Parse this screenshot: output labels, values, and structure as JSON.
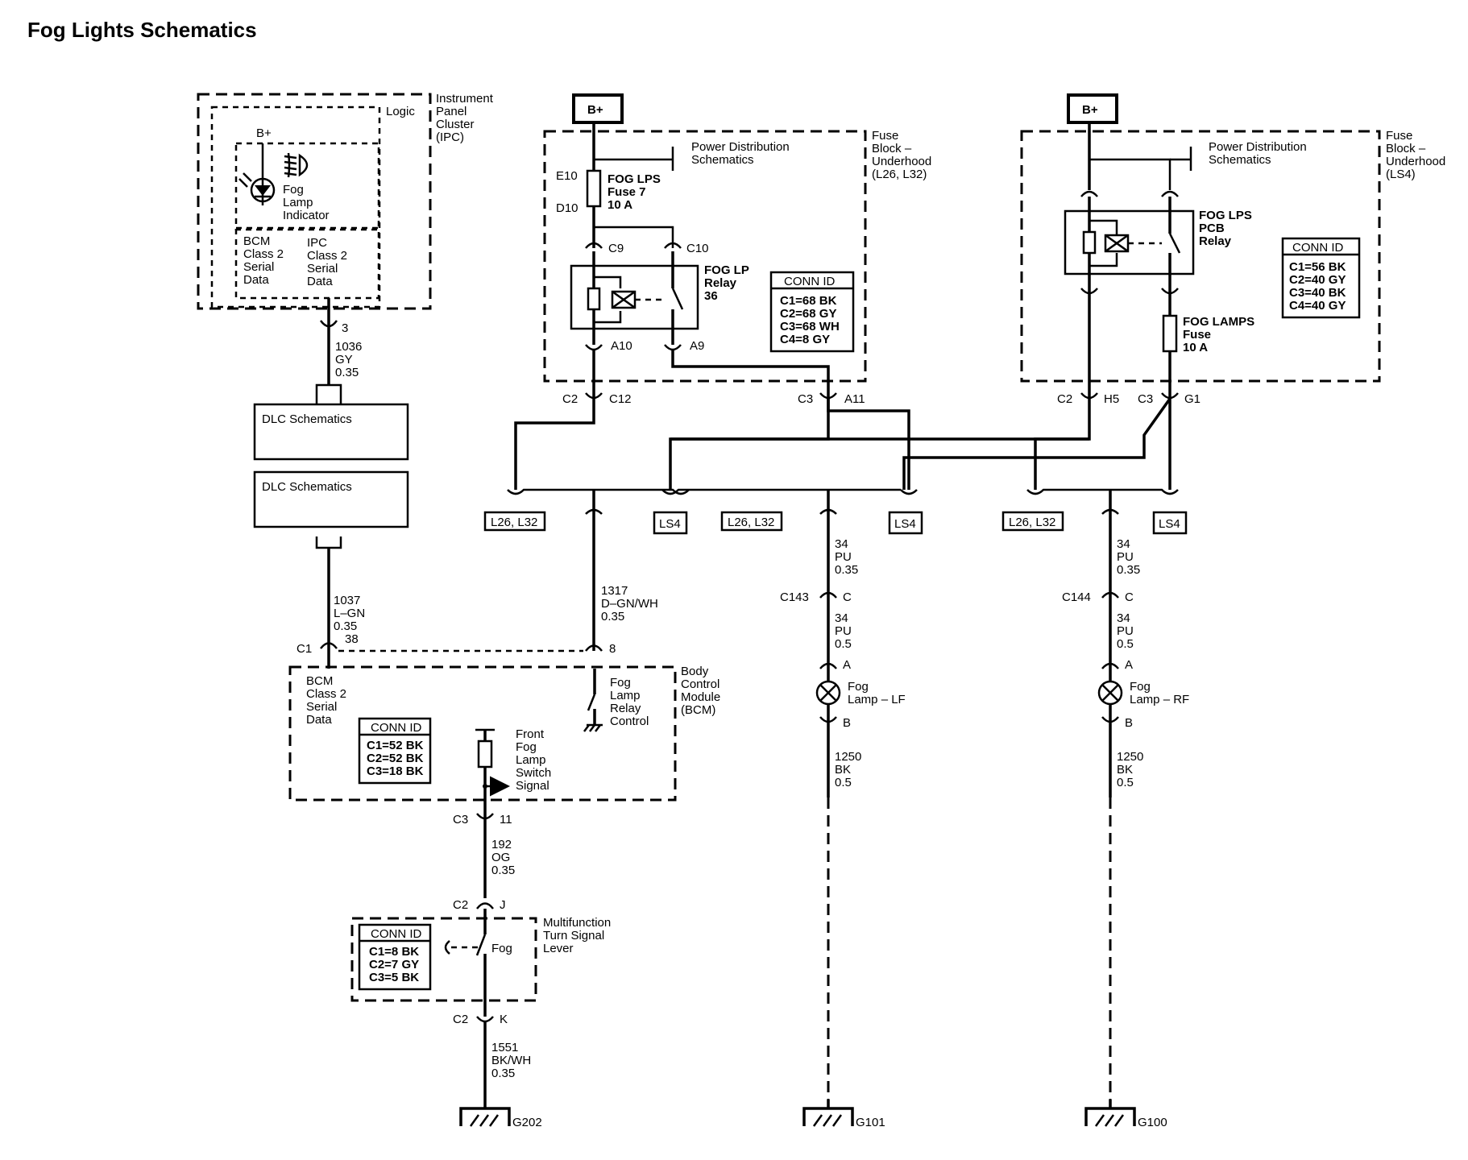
{
  "title": "Fog Lights Schematics",
  "supply": "B+",
  "ipc": {
    "name": [
      "Instrument",
      "Panel",
      "Cluster",
      "(IPC)"
    ],
    "logic": "Logic",
    "bplus": "B+",
    "indicator": [
      "Fog",
      "Lamp",
      "Indicator"
    ],
    "bcm_data": [
      "BCM",
      "Class 2",
      "Serial",
      "Data"
    ],
    "ipc_data": [
      "IPC",
      "Class 2",
      "Serial",
      "Data"
    ]
  },
  "wires": {
    "w1036": [
      "1036",
      "GY",
      "0.35"
    ],
    "w1037": [
      "1037",
      "L–GN",
      "0.35"
    ],
    "w1317": [
      "1317",
      "D–GN/WH",
      "0.35"
    ],
    "w192": [
      "192",
      "OG",
      "0.35"
    ],
    "w1551": [
      "1551",
      "BK/WH",
      "0.35"
    ],
    "w34a": [
      "34",
      "PU",
      "0.35"
    ],
    "w34b": [
      "34",
      "PU",
      "0.5"
    ],
    "w1250": [
      "1250",
      "BK",
      "0.5"
    ]
  },
  "dlc": "DLC Schematics",
  "fuse_left": {
    "name": [
      "Fuse",
      "Block –",
      "Underhood",
      "(L26, L32)"
    ],
    "power_dist": [
      "Power Distribution",
      "Schematics"
    ],
    "fuse_label": [
      "FOG LPS",
      "Fuse 7",
      "10 A"
    ],
    "relay_label": [
      "FOG LP",
      "Relay",
      "36"
    ],
    "conn_title": "CONN ID",
    "conn": [
      "C1=68 BK",
      "C2=68 GY",
      "C3=68 WH",
      "C4=8 GY"
    ]
  },
  "fuse_right": {
    "name": [
      "Fuse",
      "Block –",
      "Underhood",
      "(LS4)"
    ],
    "power_dist": [
      "Power Distribution",
      "Schematics"
    ],
    "relay_label": [
      "FOG LPS",
      "PCB",
      "Relay"
    ],
    "fuse_label": [
      "FOG LAMPS",
      "Fuse",
      "10 A"
    ],
    "conn_title": "CONN ID",
    "conn": [
      "C1=56 BK",
      "C2=40 GY",
      "C3=40 BK",
      "C4=40 GY"
    ]
  },
  "options": {
    "a": "L26, L32",
    "b": "LS4"
  },
  "bcm": {
    "name": [
      "Body",
      "Control",
      "Module",
      "(BCM)"
    ],
    "data": [
      "BCM",
      "Class 2",
      "Serial",
      "Data"
    ],
    "relay_ctrl": [
      "Fog",
      "Lamp",
      "Relay",
      "Control"
    ],
    "switch_sig": [
      "Front",
      "Fog",
      "Lamp",
      "Switch",
      "Signal"
    ],
    "conn_title": "CONN ID",
    "conn": [
      "C1=52 BK",
      "C2=52 BK",
      "C3=18 BK"
    ]
  },
  "turn_lever": {
    "name": [
      "Multifunction",
      "Turn Signal",
      "Lever"
    ],
    "switch": "Fog",
    "conn_title": "CONN ID",
    "conn": [
      "C1=8 BK",
      "C2=7 GY",
      "C3=5 BK"
    ]
  },
  "lamps": {
    "lf": [
      "Fog",
      "Lamp – LF"
    ],
    "rf": [
      "Fog",
      "Lamp – RF"
    ]
  },
  "connectors": {
    "p3": "3",
    "c1": "C1",
    "p38": "38",
    "p8": "8",
    "c3": "C3",
    "p11": "11",
    "c2": "C2",
    "pj": "J",
    "pk": "K",
    "e10": "E10",
    "d10": "D10",
    "c9": "C9",
    "c10": "C10",
    "a10": "A10",
    "a9": "A9",
    "c12": "C12",
    "a11": "A11",
    "h5": "H5",
    "g1": "G1",
    "c143": "C143",
    "c144": "C144",
    "pa": "A",
    "pb": "B",
    "pc": "C"
  },
  "grounds": {
    "g202": "G202",
    "g101": "G101",
    "g100": "G100"
  }
}
